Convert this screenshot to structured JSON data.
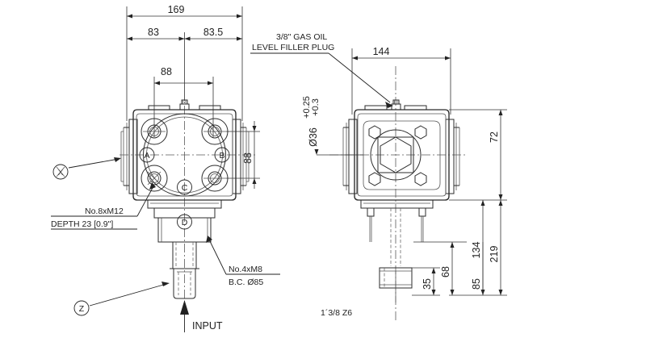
{
  "drawing": {
    "title": "Bevel gearbox assembly drawing - two orthographic views",
    "type": "engineering-dimension-drawing",
    "units": "mm (inch in brackets)",
    "line_color": "#2b2b2b",
    "text_color": "#222222"
  },
  "views": {
    "left": {
      "name": "front-view",
      "label": ""
    },
    "right": {
      "name": "side-view",
      "label": ""
    }
  },
  "dimensions": {
    "overall_width": "169",
    "left_half": "83",
    "right_half": "83.5",
    "bolt_span_top": "88",
    "bolt_span_side": "88",
    "side_width": "144",
    "top_height": "72",
    "mid_height": "134",
    "total_height": "219",
    "base_height": "85",
    "shaft_to_base": "68",
    "shaft_length": "35"
  },
  "notes": {
    "filler_plug_line1": "3/8\" GAS OIL",
    "filler_plug_line2": "LEVEL FILLER PLUG",
    "mount_thread_line1": "No.8xM12",
    "mount_thread_line2": "DEPTH 23 [0.9\"]",
    "flange_thread_line1": "No.4xM8",
    "flange_thread_line2": "B.C. Ø85",
    "bore_note": "Ø36",
    "bore_tol_upper": "+0.25",
    "bore_tol_lower": "+0.3",
    "spline_note": "1´3/8 Z6",
    "input_label": "INPUT"
  },
  "balloons": {
    "x": "X",
    "z": "Z",
    "a": "A",
    "b": "B",
    "c": "C",
    "d": "D"
  }
}
